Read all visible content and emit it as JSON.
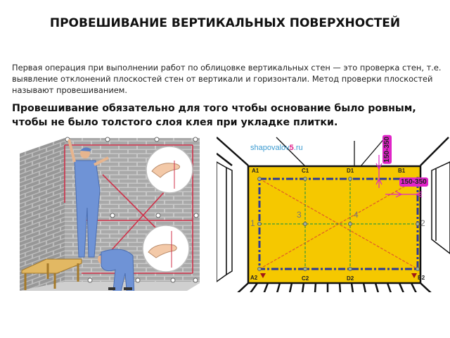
{
  "document": {
    "title": "ПРОВЕШИВАНИЕ ВЕРТИКАЛЬНЫХ ПОВЕРХНОСТЕЙ",
    "intro": "Первая операция при выполнении работ по облицовке вертикальных стен — это проверка стен, т.е. выявление отклонений плоскостей стен от вертикали и горизонтали. Метод проверки плоскостей называют провешиванием.",
    "emphasis": "Провешивание обязательно для того чтобы основание было ровным, чтобы не было толстого слоя клея при укладке плитки."
  },
  "illustration_left": {
    "description": "workers-hanging-plumb-lines-on-brick-wall"
  },
  "diagram_right": {
    "site_label_prefix": "shapovalov",
    "site_label_accent": "5",
    "site_label_suffix": ".ru",
    "points": {
      "a1": "A1",
      "c1": "C1",
      "d1": "D1",
      "b1": "B1",
      "a2": "A2",
      "c2": "C2",
      "d2": "D2",
      "b2": "B2"
    },
    "numbers": {
      "n1": "1",
      "n2": "2",
      "n3": "3",
      "n4": "4"
    },
    "offset_vertical": "150-350",
    "offset_horizontal": "150-350",
    "colors": {
      "wall_fill": "#f5c800",
      "frame_line": "#2a3a9a",
      "diagonal": "#e05a28",
      "grid_line": "#3a9a3a",
      "badge": "#e024c8",
      "marker": "#a01818"
    }
  }
}
